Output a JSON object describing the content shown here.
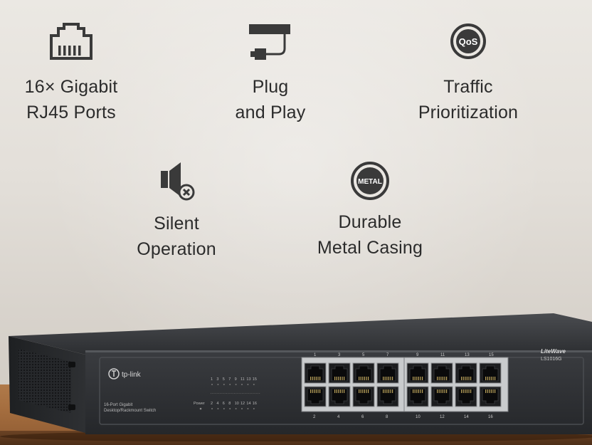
{
  "features": [
    {
      "id": "ports",
      "icon": "ethernet-port-icon",
      "lines": [
        "16× Gigabit",
        "RJ45 Ports"
      ]
    },
    {
      "id": "plug",
      "icon": "plug-icon",
      "lines": [
        "Plug",
        "and Play"
      ]
    },
    {
      "id": "qos",
      "icon": "qos-badge-icon",
      "icon_text": "QoS",
      "lines": [
        "Traffic",
        "Prioritization"
      ]
    },
    {
      "id": "silent",
      "icon": "speaker-muted-icon",
      "lines": [
        "Silent",
        "Operation"
      ]
    },
    {
      "id": "metal",
      "icon": "metal-badge-icon",
      "icon_text": "METAL",
      "lines": [
        "Durable",
        "Metal Casing"
      ]
    }
  ],
  "device": {
    "brand": "tp-link",
    "description_line1": "16-Port Gigabit",
    "description_line2": "Desktop/Rackmount Switch",
    "series": "LiteWave",
    "model": "LS1016G",
    "power_label": "Power",
    "led_top_numbers": [
      "1",
      "3",
      "5",
      "7",
      "9",
      "11",
      "13",
      "15"
    ],
    "led_bottom_numbers": [
      "2",
      "4",
      "6",
      "8",
      "10",
      "12",
      "14",
      "16"
    ],
    "port_top_numbers": [
      "1",
      "3",
      "5",
      "7",
      "9",
      "11",
      "13",
      "15"
    ],
    "port_bottom_numbers": [
      "2",
      "4",
      "6",
      "8",
      "10",
      "12",
      "14",
      "16"
    ]
  },
  "colors": {
    "icon": "#3a3a3a",
    "text": "#2b2b2b",
    "switch_body": "#2f3134",
    "table": "#a56e3f"
  }
}
